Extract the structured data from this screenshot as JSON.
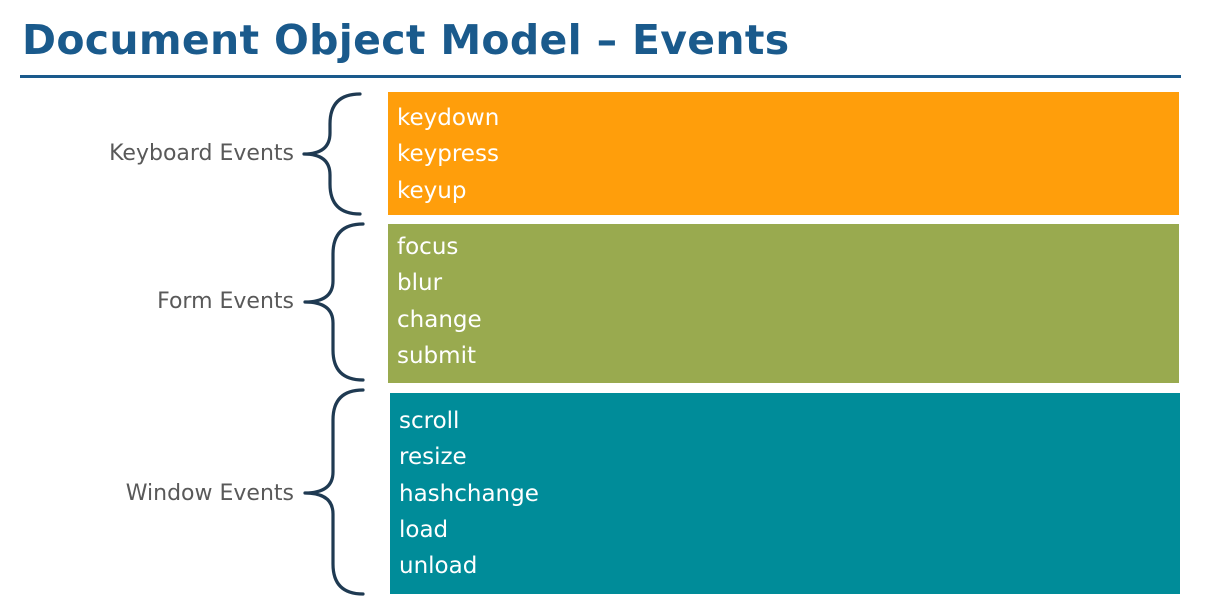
{
  "title": "Document Object Model – Events",
  "groups": [
    {
      "label": "Keyboard Events",
      "color": "#ff9e0b",
      "items": [
        "keydown",
        "keypress",
        "keyup"
      ]
    },
    {
      "label": "Form Events",
      "color": "#99aa4f",
      "items": [
        "focus",
        "blur",
        "change",
        "submit"
      ]
    },
    {
      "label": "Window Events",
      "color": "#008c99",
      "items": [
        "scroll",
        "resize",
        "hashchange",
        "load",
        "unload"
      ]
    }
  ]
}
